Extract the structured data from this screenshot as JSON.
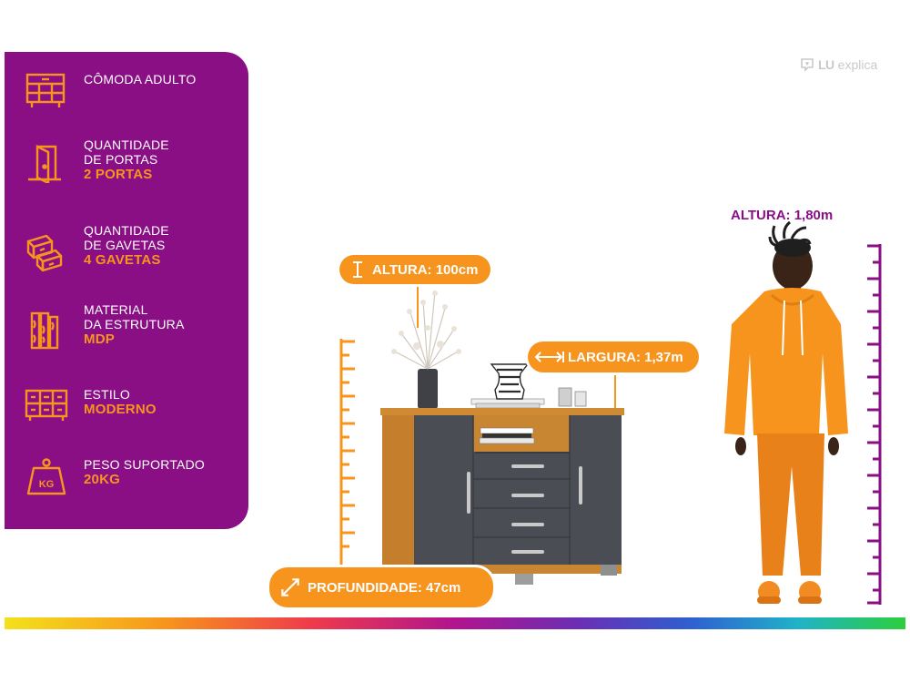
{
  "features": [
    {
      "icon": "dresser-icon",
      "lines": [
        "CÔMODA ADULTO"
      ],
      "value": ""
    },
    {
      "icon": "door-icon",
      "lines": [
        "QUANTIDADE",
        "DE PORTAS"
      ],
      "value": "2 PORTAS"
    },
    {
      "icon": "drawers-icon",
      "lines": [
        "QUANTIDADE",
        "DE GAVETAS"
      ],
      "value": "4 GAVETAS"
    },
    {
      "icon": "wood-panel-icon",
      "lines": [
        "MATERIAL",
        "DA ESTRUTURA"
      ],
      "value": "MDP"
    },
    {
      "icon": "cabinet-style-icon",
      "lines": [
        "ESTILO"
      ],
      "value": "MODERNO"
    },
    {
      "icon": "weight-kg-icon",
      "lines": [
        "PESO SUPORTADO"
      ],
      "value": "20KG"
    }
  ],
  "logo": {
    "brand": "LU",
    "suffix": "explica"
  },
  "dimensions": {
    "height": "ALTURA: 100cm",
    "width": "LARGURA: 1,37m",
    "depth": "PROFUNDIDADE: 47cm"
  },
  "person": {
    "height": "ALTURA: 1,80m"
  },
  "colors": {
    "brand_purple": "#8a0f85",
    "accent_orange": "#f7941d",
    "wood": "#d08a33",
    "graphite": "#4a4d53"
  }
}
